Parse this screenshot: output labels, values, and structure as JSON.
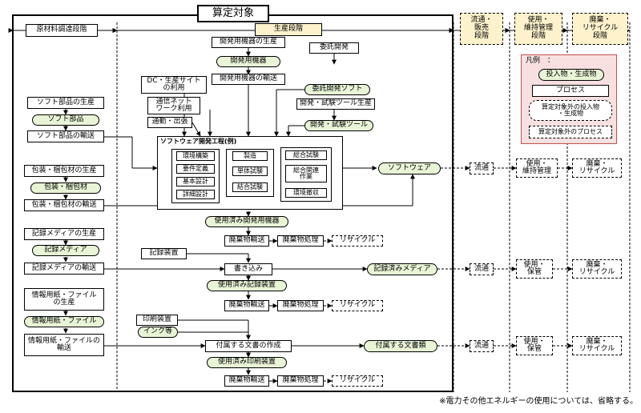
{
  "title": "算定対象",
  "stages": {
    "raw": "原材料調達段階",
    "production": "生産段階",
    "distribution": "流通・\n販売\n段階",
    "use": "使用・\n維持管理\n段階",
    "disposal": "廃棄・\nリサイクル\n段階"
  },
  "legend": {
    "title": "凡例　：",
    "io": "投入物・生成物",
    "process": "プロセス",
    "ext_io": "算定対象外の投入物\n・生成物",
    "ext_process": "算定対象外のプロセス"
  },
  "raw_column": {
    "soft_parts_production": "ソフト部品の生産",
    "soft_parts": "ソフト部品",
    "soft_parts_transport": "ソフト部品の輸送",
    "packaging_production": "包装・梱包材の生産",
    "packaging": "包装・梱包材",
    "packaging_transport": "包装・梱包材の輸送",
    "media_production": "記録メディアの生産",
    "media": "記録メディア",
    "media_transport": "記録メディアの輸送",
    "paper_production": "情報用紙・ファイル\nの生産",
    "paper": "情報用紙・ファイル",
    "paper_transport": "情報用紙・ファイルの\n輸送"
  },
  "production_column": {
    "dev_equipment_production": "開発用機器の生産",
    "dev_equipment": "開発用機器",
    "dev_equipment_transport": "開発用機器の輸送",
    "dc_site_use": "DC・生産サイト\nの利用",
    "network_use": "通信ネット\nワーク利用",
    "commute": "通勤・出張",
    "outsourced_dev": "委託開発",
    "outsourced_software": "委託開発ソフト",
    "dev_tools_production": "開発・試験ツール生産",
    "dev_tools": "開発・試験ツール",
    "process_title": "ソフトウェア開発工程(例)",
    "steps_col1": [
      "環境構築",
      "要件定義",
      "基本設計",
      "詳細設計"
    ],
    "steps_col2": [
      "製造",
      "単体試験",
      "結合試験"
    ],
    "steps_col3": [
      "総合試験",
      "総合関連\n作業",
      "環境撤収"
    ],
    "software": "ソフトウェア",
    "used_dev_equipment": "使用済み開発用機器",
    "recording_device": "記録装置",
    "writing": "書き込み",
    "recorded_media": "記録済みメディア",
    "used_recording_device": "使用済み記録装置",
    "printer": "印刷装置",
    "ink": "インク等",
    "doc_creation": "付属する文書の作成",
    "attached_docs": "付属する文書類",
    "used_printer": "使用済み印刷装置",
    "waste_transport": "廃棄物輸送",
    "waste_treatment": "廃棄物処理",
    "recycle": "リサイクル"
  },
  "downstream": {
    "distribution": "流通",
    "use_maintenance": "使用・\n維持管理",
    "use_storage": "使用・\n保管",
    "disposal_recycle": "廃棄・\nリサイクル"
  },
  "footnote": "※電力その他エネルギーの使用については、省略する。",
  "colors": {
    "io_fill": "#e8f4d6",
    "stage_fill": "#fdf2cc",
    "legend_fill": "#f8e0e0",
    "legend_border": "#c0504d"
  }
}
